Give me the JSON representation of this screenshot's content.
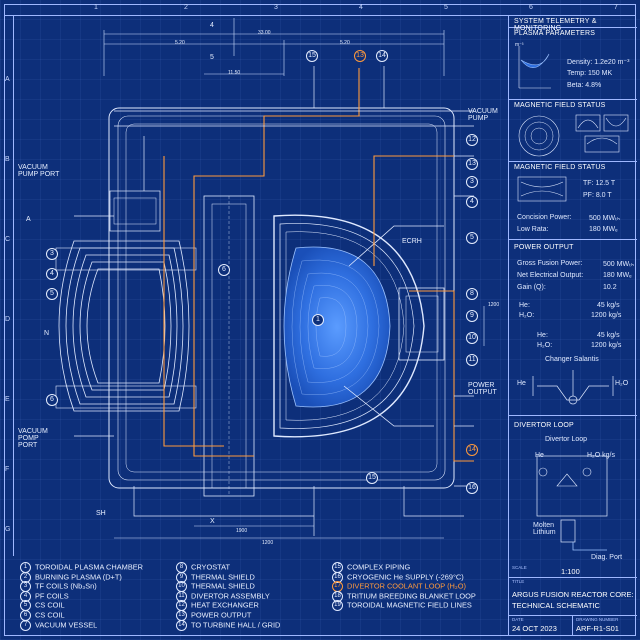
{
  "ruler": {
    "columns": [
      "1",
      "2",
      "3",
      "4",
      "5",
      "6",
      "7"
    ],
    "rows": [
      "A",
      "B",
      "C",
      "D",
      "E",
      "F",
      "G"
    ]
  },
  "drawing": {
    "callouts_right": [
      "12",
      "13",
      "3",
      "4",
      "5",
      "8",
      "9",
      "10",
      "11",
      "14",
      "15",
      "16"
    ],
    "callouts_top": [
      "15",
      "13",
      "14"
    ],
    "callouts_left": [
      "3",
      "4",
      "5",
      "6"
    ],
    "callout_center": "1",
    "callout_mid": "6",
    "labels": {
      "vacuum_pump": "VACUUM\nPUMP",
      "vacuum_pump_port_top": "VACUUM\nPUMP PORT",
      "vacuum_pump_port_bottom": "VACUUM\nPOMP\nPORT",
      "ecrh": "ECRH",
      "power_output": "POWER\nOUTPUT",
      "n_marker": "N",
      "a_marker": "A",
      "sh_marker": "SH",
      "x_marker": "X",
      "section_4": "4",
      "section_5": "5"
    },
    "dims": [
      "33.00",
      "5.20",
      "5.20",
      "11.50",
      "1200",
      "1900",
      "1200"
    ]
  },
  "panel": {
    "header": "SYSTEM TELEMETRY & MONITORING",
    "plasma": {
      "title": "PLASMA PARAMETERS",
      "unit": "m⁻³",
      "density": "Density: 1.2e20 m⁻³",
      "temp": "Temp: 150 MK",
      "beta": "Beta: 4.8%"
    },
    "magnetic1": {
      "title": "MAGNETIC FIELD STATUS"
    },
    "magnetic2": {
      "title": "MAGNETIC FIELD STATUS",
      "tf": "TF: 12.5 T",
      "pf": "PF: 8.0 T",
      "concision_label": "Concision Power:",
      "concision_val": "500 MWₜₕ",
      "lowrata_label": "Low Rata:",
      "lowrata_val": "180 MWₑ"
    },
    "power": {
      "title": "POWER OUTPUT",
      "rows": [
        {
          "label": "Gross Fusion Power:",
          "value": "500 MWₜₕ"
        },
        {
          "label": "Net Electrical Output:",
          "value": "180 MWₑ"
        },
        {
          "label": "Gain (Q):",
          "value": "10.2"
        }
      ],
      "flows1": [
        {
          "label": "He:",
          "value": "45 kg/s"
        },
        {
          "label": "H₂O:",
          "value": "1200 kg/s"
        }
      ],
      "flows2": [
        {
          "label": "He:",
          "value": "45 kg/s"
        },
        {
          "label": "H₂O:",
          "value": "1200 kg/s"
        }
      ],
      "changer": "Changer Salantis",
      "he": "He",
      "h2o": "H₂O"
    },
    "divertor": {
      "title": "DIVERTOR LOOP",
      "loop": "Divertor Loop",
      "he": "He",
      "h2o": "H₂O kg/s",
      "lithium": "Molten\nLithium",
      "diag": "Diag. Port"
    }
  },
  "legend": {
    "col1": [
      {
        "n": "1",
        "text": "TOROIDAL PLASMA CHAMBER"
      },
      {
        "n": "2",
        "text": "BURNING PLASMA (D+T)"
      },
      {
        "n": "3",
        "text": "TF COILS (Nb₃Sn)"
      },
      {
        "n": "4",
        "text": "PF COILS"
      },
      {
        "n": "5",
        "text": "CS COIL"
      },
      {
        "n": "6",
        "text": "CS COIL"
      },
      {
        "n": "7",
        "text": "VACUUM VESSEL"
      }
    ],
    "col2": [
      {
        "n": "8",
        "text": "CRYOSTAT"
      },
      {
        "n": "9",
        "text": "THERMAL SHIELD"
      },
      {
        "n": "10",
        "text": "THERMAL SHIELD"
      },
      {
        "n": "11",
        "text": "DIVERTOR ASSEMBLY"
      },
      {
        "n": "12",
        "text": "HEAT EXCHANGER"
      },
      {
        "n": "13",
        "text": "POWER OUTPUT"
      },
      {
        "n": "14",
        "text": "TO TURBINE HALL / GRID"
      }
    ],
    "col3": [
      {
        "n": "15",
        "text": "COMPLEX PIPING"
      },
      {
        "n": "16",
        "text": "CRYOGENIC He SUPPLY (-269°C)"
      },
      {
        "n": "17",
        "text": "DIVERTOR COOLANT LOOP (H₂O)"
      },
      {
        "n": "18",
        "text": "TRITIUM BREEDING BLANKET LOOP"
      },
      {
        "n": "19",
        "text": "TOROIDAL MAGNETIC FIELD LINES"
      }
    ]
  },
  "titleblock": {
    "scale_label": "SCALE",
    "scale": "1:100",
    "title_label": "TITLE",
    "title1": "ARGUS FUSION REACTOR CORE:",
    "title2": "TECHNICAL SCHEMATIC",
    "date_label": "DATE",
    "date": "24 OCT 2023",
    "drawing_label": "DRAWING NUMBER",
    "drawing_no": "ARF-R1-S01"
  },
  "colors": {
    "background": "#0d2f7a",
    "line": "#dfe9ff",
    "accent": "#ff9a3c",
    "plasma": "#2f6fe0"
  }
}
